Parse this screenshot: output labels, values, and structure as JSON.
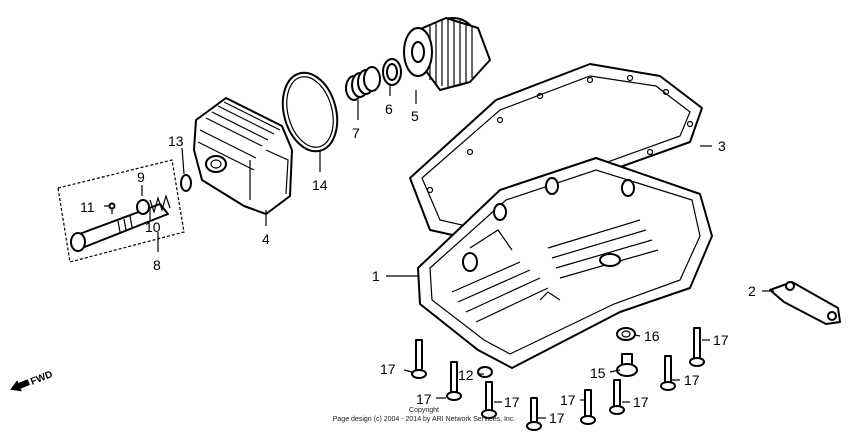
{
  "labels": {
    "p1": "1",
    "p2": "2",
    "p3": "3",
    "p4": "4",
    "p5": "5",
    "p6": "6",
    "p7": "7",
    "p8": "8",
    "p9": "9",
    "p10": "10",
    "p11": "11",
    "p12": "12",
    "p13": "13",
    "p14": "14",
    "p15": "15",
    "p16": "16",
    "p17": "17"
  },
  "fwd": "FWD",
  "copyright": {
    "line1": "Copyright",
    "line2": "Page design (c) 2004 - 2014 by ARI Network Services, Inc."
  }
}
